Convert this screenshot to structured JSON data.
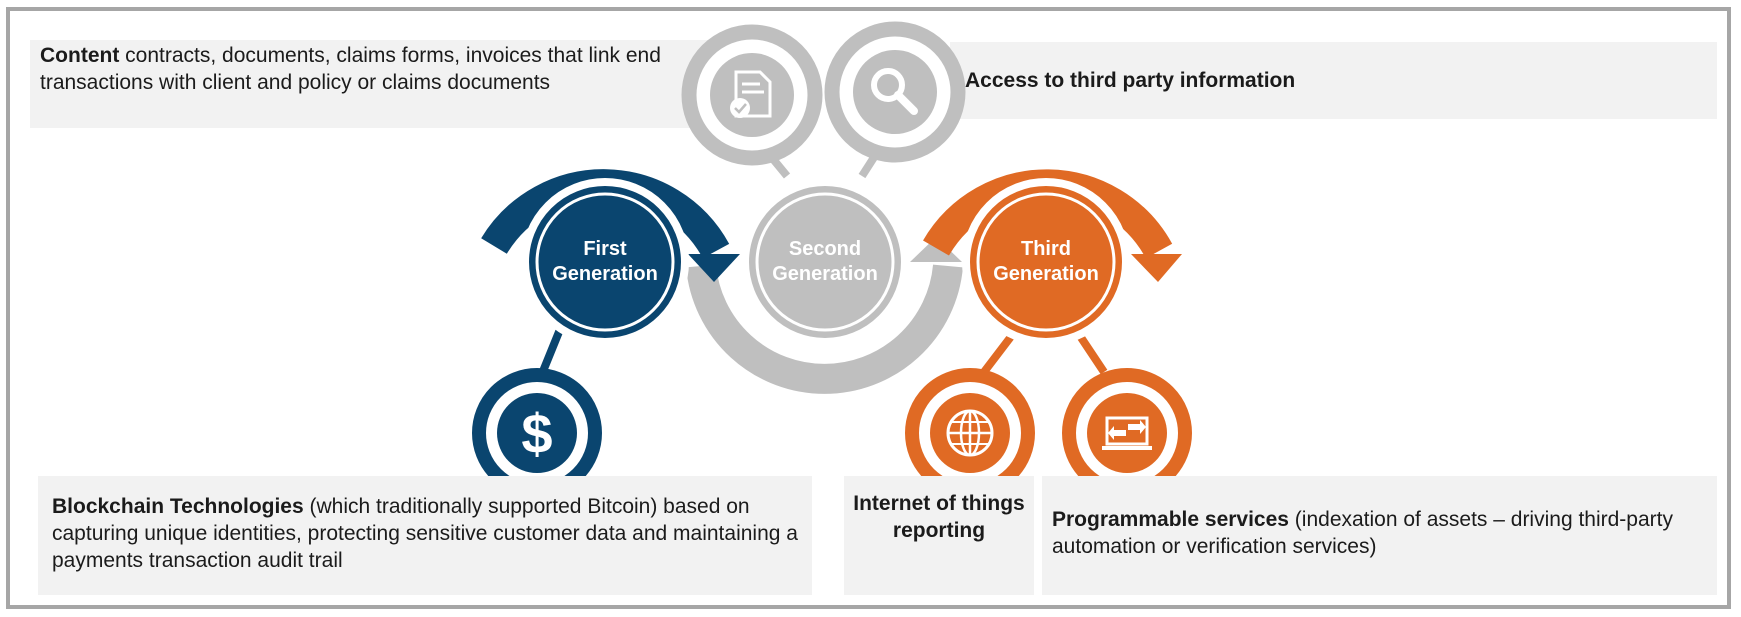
{
  "content": {
    "bold": "Content",
    "text": " contracts, documents, claims forms, invoices that link end transactions with client and policy or claims documents"
  },
  "access": {
    "text": "Access to third party information"
  },
  "blockchain": {
    "bold": "Blockchain Technologies",
    "text": " (which traditionally supported Bitcoin) based on capturing unique identities, protecting sensitive customer data and maintaining a payments transaction audit trail"
  },
  "iot": {
    "text": "Internet of things reporting"
  },
  "programmable": {
    "bold": "Programmable services",
    "text": " (indexation of assets – driving third-party automation or verification services)"
  },
  "generations": {
    "first": {
      "line1": "First",
      "line2": "Generation"
    },
    "second": {
      "line1": "Second",
      "line2": "Generation"
    },
    "third": {
      "line1": "Third",
      "line2": "Generation"
    }
  },
  "icons": {
    "document": "document-check-icon",
    "search": "magnifier-icon",
    "dollar": "dollar-icon",
    "globe": "globe-icon",
    "exchange": "laptop-exchange-icon"
  },
  "dollar_glyph": "$",
  "colors": {
    "blue": "#0a456f",
    "grey": "#bfbfbf",
    "orange": "#e06a24",
    "box": "#f2f2f2",
    "frame": "#a6a6a6"
  }
}
